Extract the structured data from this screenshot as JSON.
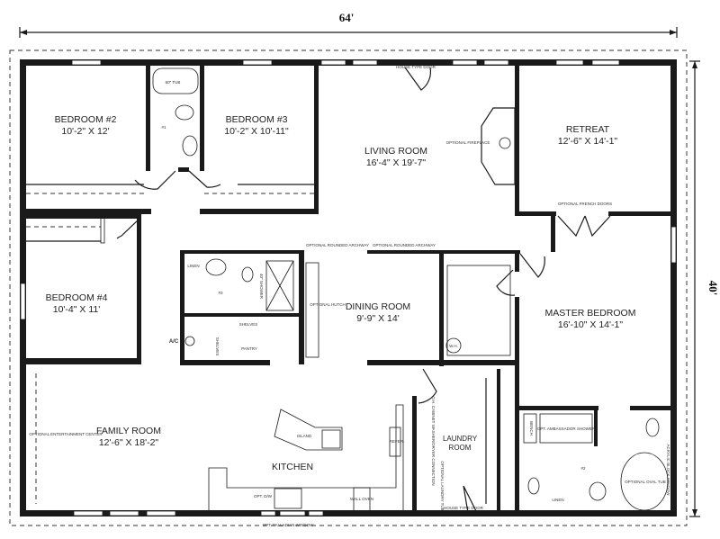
{
  "dimensions": {
    "width": "64'",
    "depth": "40'"
  },
  "rooms": {
    "bedroom2": {
      "name": "BEDROOM #2",
      "size": "10'-2\" X 12'"
    },
    "bedroom3": {
      "name": "BEDROOM #3",
      "size": "10'-2\" X 10'-11\""
    },
    "living": {
      "name": "LIVING ROOM",
      "size": "16'-4\" X 19'-7\""
    },
    "retreat": {
      "name": "RETREAT",
      "size": "12'-6\" X 14'-1\""
    },
    "bedroom4": {
      "name": "BEDROOM #4",
      "size": "10'-4\" X 11'"
    },
    "dining": {
      "name": "DINING ROOM",
      "size": "9'-9\" X 14'"
    },
    "master": {
      "name": "MASTER BEDROOM",
      "size": "16'-10\" X 14'-1\""
    },
    "family": {
      "name": "FAMILY ROOM",
      "size": "12'-6\" X 18'-2\""
    },
    "kitchen": {
      "name": "KITCHEN"
    },
    "laundry": {
      "name1": "LAUNDRY",
      "name2": "ROOM"
    }
  },
  "labels": {
    "tub": "60\" TUB",
    "bath1": "#1",
    "house_door_top": "HOUSE TYPE DOOR",
    "fireplace": "OPTIONAL FIREPLACE",
    "french_doors": "OPTIONAL FRENCH DOORS",
    "archway1": "OPTIONAL ROUNDED ARCHWAY",
    "archway2": "OPTIONAL ROUNDED ARCHWAY",
    "linen1": "LINEN",
    "bath3": "#3",
    "shower40": "40\" SHOWER",
    "hutch": "OPTIONAL HUTCH",
    "shelves1": "SHELVES",
    "shelves2": "SHELVES",
    "pantry": "PANTRY",
    "ac": "A/C",
    "wh": "W.H.",
    "entertainment": "OPTIONAL ENTERTAINMENT CENTER",
    "island": "ISLAND",
    "refer": "REFER.",
    "dw": "OPT. D/W",
    "wall_oven": "WALL OVEN",
    "washer": "O.H. CABINET WASHER/DRYER CONNECTION",
    "laundry_tub": "OPTIONAL LAUNDRY TUB",
    "house_door_bottom": "HOUSE TYPE DOOR",
    "ambassador": "OPT. AMBASSADOR SHOWER",
    "bench": "BENCH",
    "bath2": "#2",
    "oval_tub": "OPTIONAL OVAL TUB",
    "linen2": "LINEN",
    "acrylic": "ACRYLIC BLOCK WINDOW",
    "palladian": "OPT. PALLADIAN WINDOW"
  }
}
